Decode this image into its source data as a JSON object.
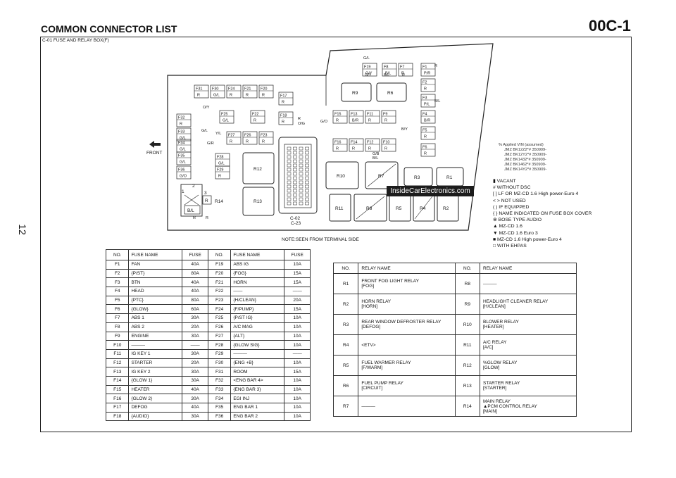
{
  "header": {
    "title": "COMMON CONNECTOR LIST",
    "code": "00C-1",
    "page_number": "12"
  },
  "box_caption": "C-01 FUSE AND RELAY BOX(F)",
  "note": "NOTE:SEEN FROM TERMINAL SIDE",
  "watermark": "InsideCarElectronics.com",
  "diagram": {
    "front_label": "FRONT",
    "connector_label": "C-02",
    "connector_label2": "C-23",
    "fuse_slots": [
      {
        "id": "F1",
        "color": "P/R"
      },
      {
        "id": "F2",
        "color": "R"
      },
      {
        "id": "F3",
        "color": "P/L"
      },
      {
        "id": "F4",
        "color": "B/R"
      },
      {
        "id": "F5",
        "color": "R"
      },
      {
        "id": "F6",
        "color": "R"
      },
      {
        "id": "F7",
        "color": "R"
      },
      {
        "id": "F8",
        "color": "B/L"
      },
      {
        "id": "F9",
        "color": "R"
      },
      {
        "id": "F10",
        "color": "R"
      },
      {
        "id": "F11",
        "color": "R"
      },
      {
        "id": "F12",
        "color": "R"
      },
      {
        "id": "F13",
        "color": "B/R"
      },
      {
        "id": "F14",
        "color": "R"
      },
      {
        "id": "F15",
        "color": "R"
      },
      {
        "id": "F16",
        "color": "R"
      },
      {
        "id": "F17",
        "color": "R"
      },
      {
        "id": "F18",
        "color": "R"
      },
      {
        "id": "F19",
        "color": "G/Y"
      },
      {
        "id": "F20",
        "color": "R"
      },
      {
        "id": "F21",
        "color": "R"
      },
      {
        "id": "F22",
        "color": "R"
      },
      {
        "id": "F23",
        "color": "R"
      },
      {
        "id": "F24",
        "color": "R"
      },
      {
        "id": "F25",
        "color": "G/L"
      },
      {
        "id": "F26",
        "color": "R"
      },
      {
        "id": "F27",
        "color": "R"
      },
      {
        "id": "F28",
        "color": "G/L"
      },
      {
        "id": "F29",
        "color": "R"
      },
      {
        "id": "F30",
        "color": "G/L"
      },
      {
        "id": "F31",
        "color": "R"
      },
      {
        "id": "F32",
        "color": "R"
      },
      {
        "id": "F33",
        "color": "G/L"
      },
      {
        "id": "F34",
        "color": "G/L"
      },
      {
        "id": "F35",
        "color": "G/L"
      },
      {
        "id": "F36",
        "color": "G/O"
      }
    ],
    "relay_slots": [
      "R1",
      "R2",
      "R3",
      "R4",
      "R5",
      "R6",
      "R7",
      "R8",
      "R9",
      "R10",
      "R11",
      "R12",
      "R13",
      "R14"
    ],
    "wire_labels": [
      "G/L",
      "G/Y",
      "B/L",
      "R",
      "O/Y",
      "G/L",
      "Y/L",
      "G/R",
      "R",
      "O/G",
      "G/O",
      "B/Y",
      "G/B",
      "B/L",
      "R",
      "R",
      "R",
      "B/L"
    ],
    "misc_labels": [
      "1",
      "2",
      "3",
      "R14"
    ]
  },
  "legend": {
    "applied_vin_title": "%  Applied VIN (assumed)",
    "vin_lines": [
      "JMZ BK12Z2*# 350909-",
      "JMZ BK12Y2*# 350909-",
      "JMZ BK1432*# 350909-",
      "JMZ BK1462*# 350909-",
      "JMZ BK14Y2*# 350909-"
    ],
    "items": [
      "▮ VACANT",
      "#  WITHOUT DSC",
      "[ ] LF OR MZ-CD 1.6 High power-Euro 4",
      "< > NOT USED",
      "( ) IF EQUIPPED",
      "{ } NAME INDICATED ON FUSE BOX COVER",
      "⊗  BOSE TYPE AUDIO",
      "▲  MZ-CD 1.6",
      "▼  MZ-CD 1.6 Euro 3",
      "■  MZ-CD 1.6 High power-Euro 4",
      "□  WITH EHPAS"
    ]
  },
  "fuse_table": {
    "headers": [
      "NO.",
      "FUSE NAME",
      "FUSE",
      "NO.",
      "FUSE NAME",
      "FUSE"
    ],
    "rows": [
      [
        "F1",
        "FAN",
        "40A",
        "F19",
        "ABS IG",
        "10A"
      ],
      [
        "F2",
        "{P/ST}",
        "80A",
        "F20",
        "{FOG}",
        "15A"
      ],
      [
        "F3",
        "BTN",
        "40A",
        "F21",
        "HORN",
        "15A"
      ],
      [
        "F4",
        "HEAD",
        "40A",
        "F22",
        "——",
        "——"
      ],
      [
        "F5",
        "{PTC}",
        "80A",
        "F23",
        "{H/CLEAN}",
        "20A"
      ],
      [
        "F6",
        "{GLOW}",
        "60A",
        "F24",
        "{F/PUMP}",
        "15A"
      ],
      [
        "F7",
        "ABS 1",
        "30A",
        "F25",
        "{P/ST IG}",
        "10A"
      ],
      [
        "F8",
        "ABS 2",
        "20A",
        "F26",
        "A/C MAG",
        "10A"
      ],
      [
        "F9",
        "ENGINE",
        "30A",
        "F27",
        "{ALT}",
        "10A"
      ],
      [
        "F10",
        "———",
        "——",
        "F28",
        "{GLOW SIG}",
        "10A"
      ],
      [
        "F11",
        "IG KEY 1",
        "30A",
        "F29",
        "———",
        "——"
      ],
      [
        "F12",
        "STARTER",
        "20A",
        "F30",
        "{ENG +B}",
        "10A"
      ],
      [
        "F13",
        "IG KEY 2",
        "30A",
        "F31",
        "ROOM",
        "15A"
      ],
      [
        "F14",
        "{GLOW 1}",
        "30A",
        "F32",
        "<ENG BAR 4>",
        "10A"
      ],
      [
        "F15",
        "HEATER",
        "40A",
        "F33",
        "{ENG BAR 3}",
        "10A"
      ],
      [
        "F16",
        "{GLOW 2}",
        "30A",
        "F34",
        "EGI INJ",
        "10A"
      ],
      [
        "F17",
        "DEFOG",
        "40A",
        "F35",
        "ENG BAR 1",
        "10A"
      ],
      [
        "F18",
        "{AUDIO}",
        "30A",
        "F36",
        "ENG BAR 2",
        "10A"
      ]
    ]
  },
  "relay_table": {
    "headers": [
      "NO.",
      "RELAY NAME",
      "NO.",
      "RELAY NAME"
    ],
    "rows": [
      [
        "R1",
        "FRONT FOG LIGHT RELAY\n[FOG]",
        "R8",
        "———"
      ],
      [
        "R2",
        "HORN RELAY\n[HORN]",
        "R9",
        "HEADLIGHT CLEANER RELAY\n[H/CLEAN]"
      ],
      [
        "R3",
        "REAR WINDOW DEFROSTER RELAY\n[DEFOG]",
        "R10",
        "BLOWER RELAY\n[HEATER]"
      ],
      [
        "R4",
        "<ETV>",
        "R11",
        "A/C RELAY\n[A/C]"
      ],
      [
        "R5",
        "FUEL WARMER RELAY\n[F/WARM]",
        "R12",
        "%GLOW RELAY\n[GLOW]"
      ],
      [
        "R6",
        "FUEL PUMP RELAY\n[CIRCUIT]",
        "R13",
        "STARTER RELAY\n[STARTER]"
      ],
      [
        "R7",
        "———",
        "R14",
        "MAIN RELAY\n▲PCM CONTROL RELAY\n[MAIN]"
      ]
    ]
  }
}
